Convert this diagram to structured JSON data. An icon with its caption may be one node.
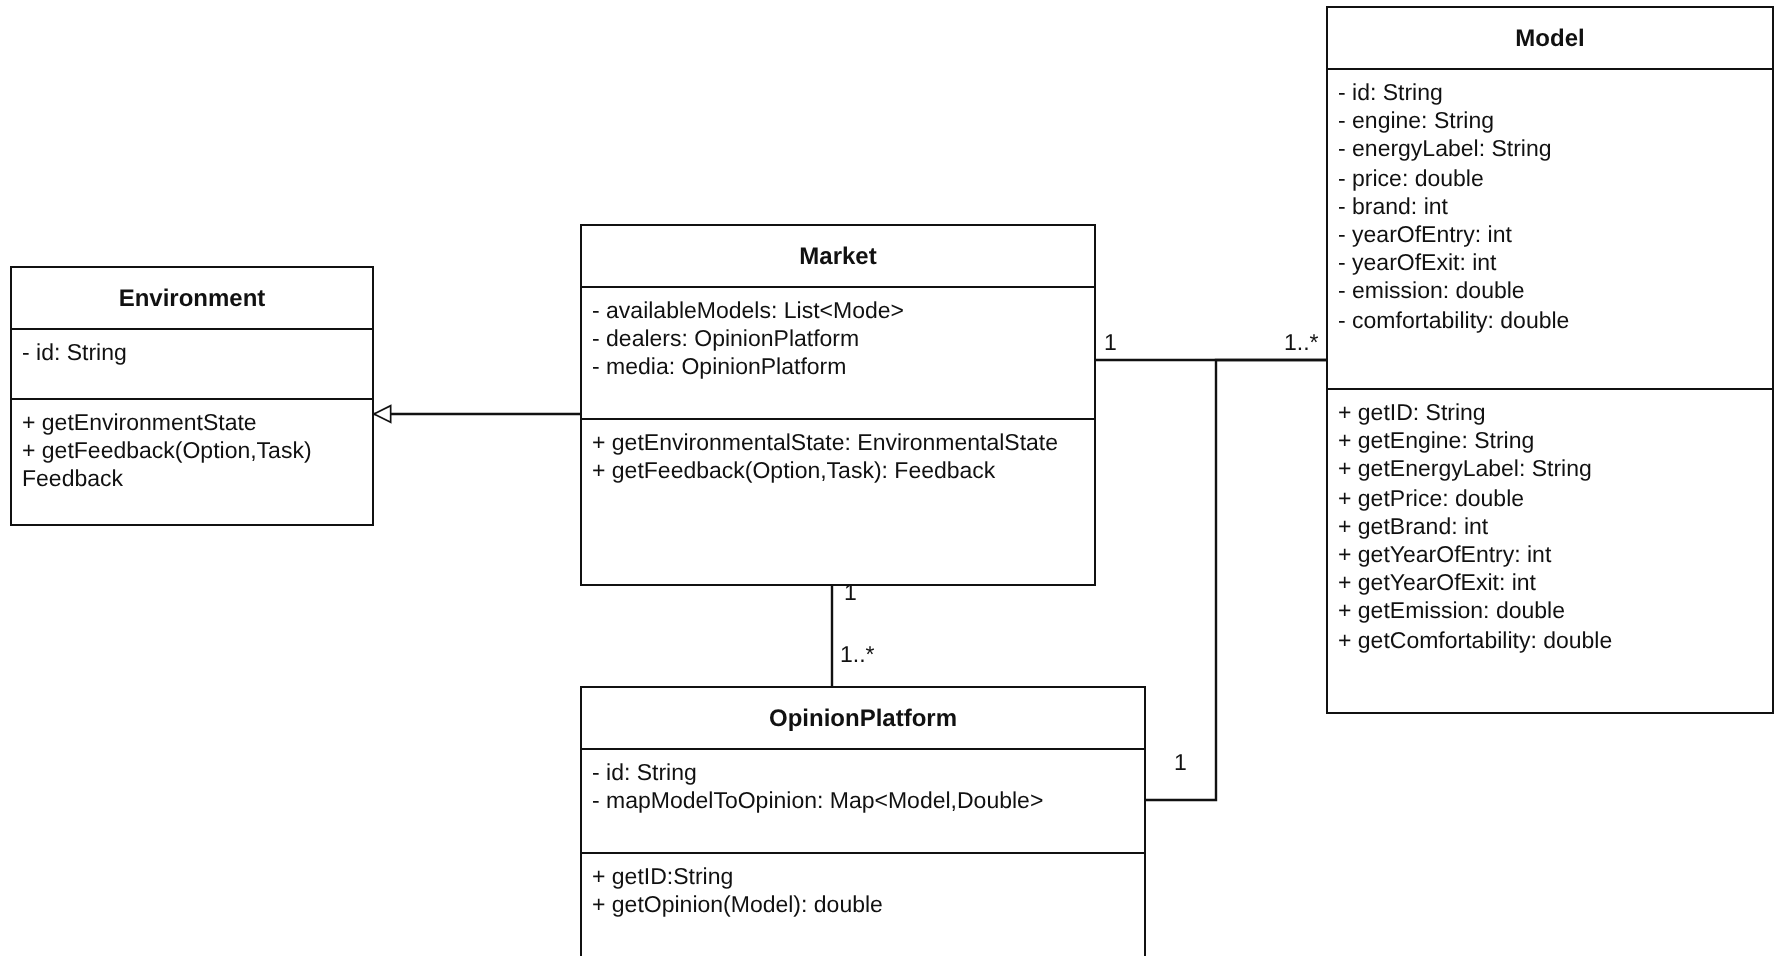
{
  "diagram": {
    "nodes": [
      {
        "text": [
          "Environment"
        ]
      },
      {
        "text": [
          "- id: String"
        ],
        "in": 0
      },
      {
        "text": [
          "+ getEnvironmentState",
          "+ getFeedback(Option,Task) Feedback"
        ],
        "in": 0
      },
      {
        "text": [
          "Market"
        ]
      },
      {
        "text": [
          "- availableModels: List<Mode>",
          "- dealers: OpinionPlatform",
          "- media: OpinionPlatform"
        ],
        "in": 3
      },
      {
        "text": [
          "+ getEnvironmentalState: EnvironmentalState",
          "+ getFeedback(Option,Task): Feedback"
        ],
        "in": 3
      },
      {
        "text": [
          "Model"
        ]
      },
      {
        "text": [
          "- id: String",
          "- engine: String",
          "- energyLabel: String",
          "- price: double",
          "- brand: int",
          "- yearOfEntry: int",
          "- yearOfExit: int",
          "- emission: double",
          "- comfortability: double"
        ],
        "in": 6
      },
      {
        "text": [
          "+ getID: String",
          "+ getEngine: String",
          "+ getEnergyLabel: String",
          "+ getPrice: double",
          "+ getBrand: int",
          "+ getYearOfEntry: int",
          "+ getYearOfExit: int",
          "+ getEmission: double",
          "+ getComfortability: double"
        ],
        "in": 6
      },
      {
        "text": [
          "OpinionPlatform"
        ]
      },
      {
        "text": [
          "- id: String",
          "- mapModelToOpinion: Map<Model,Double>"
        ],
        "in": 9
      },
      {
        "text": [
          "+ getID:String",
          "+ getOpinion(Model): double"
        ],
        "in": 9
      }
    ],
    "edges": [
      {
        "from": 3,
        "to": 0,
        "arrow": "to"
      },
      {
        "from": 3,
        "to": 6,
        "arrow": "none"
      },
      {
        "from": 3,
        "to": 9,
        "arrow": "none"
      },
      {
        "from": 9,
        "to": 6,
        "arrow": "none"
      }
    ],
    "labels": [
      "1",
      "1..*",
      "1",
      "1..*",
      "1"
    ]
  }
}
